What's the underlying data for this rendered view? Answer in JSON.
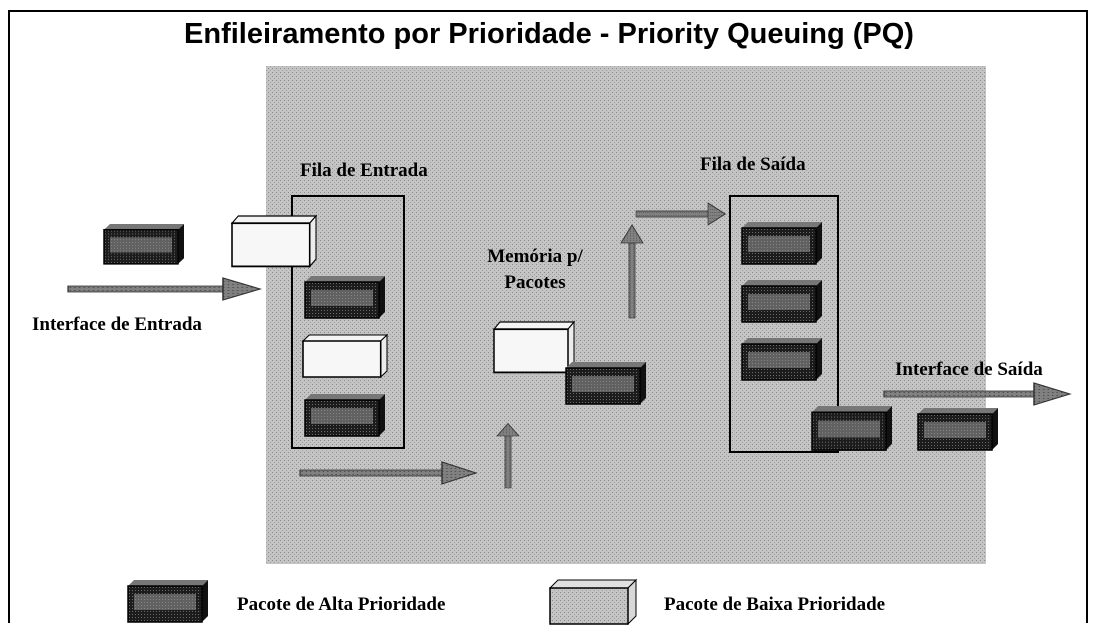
{
  "title": "Enfileiramento por Prioridade - Priority Queuing (PQ)",
  "labels": {
    "input_queue": "Fila de Entrada",
    "output_queue": "Fila de Saída",
    "memory_line1": "Memória p/",
    "memory_line2": "Pacotes",
    "input_interface": "Interface de Entrada",
    "output_interface": "Interface de Saída"
  },
  "legend": {
    "high": "Pacote de Alta Prioridade",
    "low": "Pacote de Baixa Prioridade"
  }
}
